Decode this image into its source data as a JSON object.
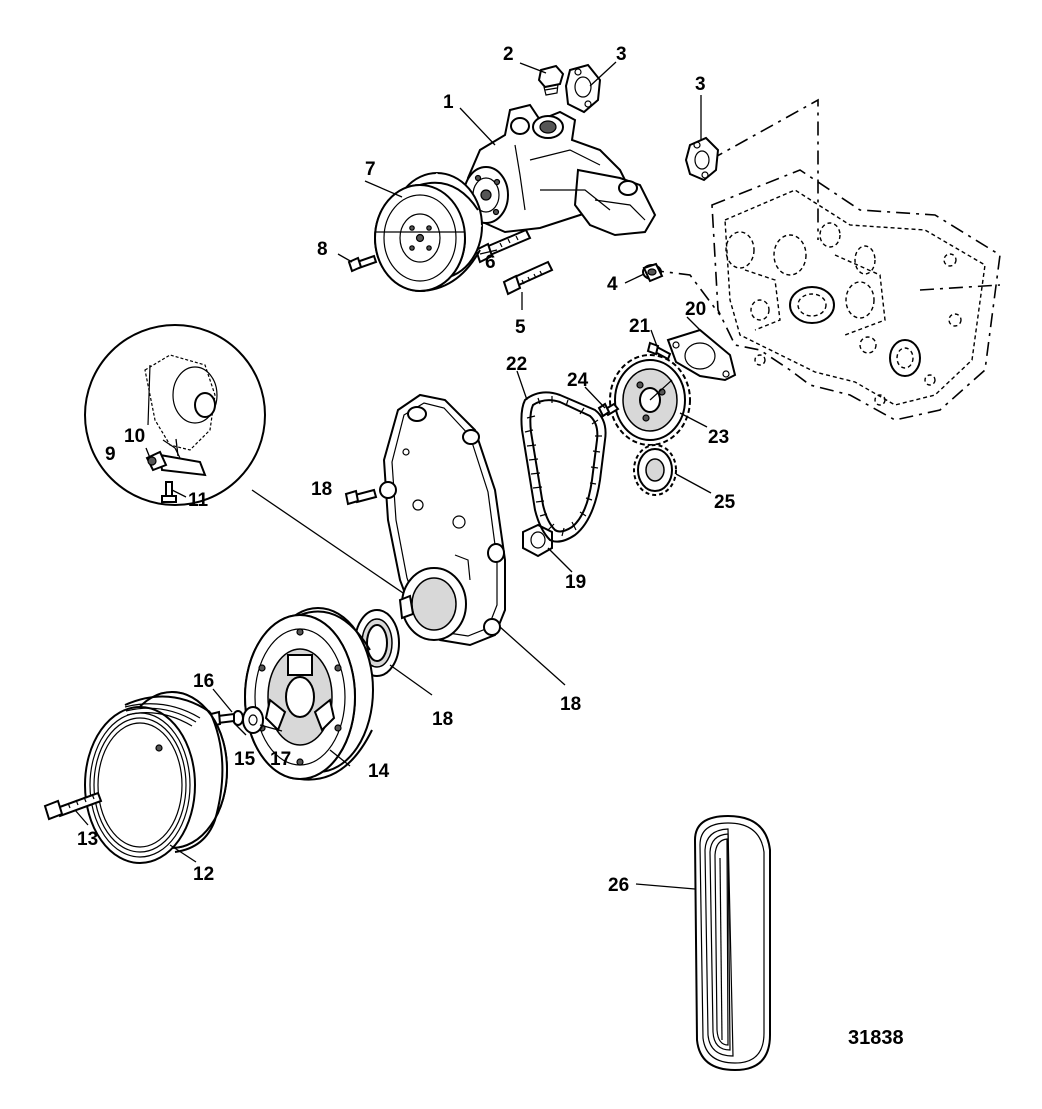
{
  "diagram": {
    "figure_number": "31838",
    "callouts": {
      "c1": "1",
      "c2": "2",
      "c3a": "3",
      "c3b": "3",
      "c4": "4",
      "c5": "5",
      "c6": "6",
      "c7": "7",
      "c8": "8",
      "c9": "9",
      "c10": "10",
      "c11": "11",
      "c12": "12",
      "c13": "13",
      "c14": "14",
      "c15": "15",
      "c16": "16",
      "c17": "17",
      "c18a": "18",
      "c18b": "18",
      "c18c": "18",
      "c19": "19",
      "c20": "20",
      "c21": "21",
      "c22": "22",
      "c23": "23",
      "c24": "24",
      "c25": "25",
      "c26": "26"
    }
  }
}
